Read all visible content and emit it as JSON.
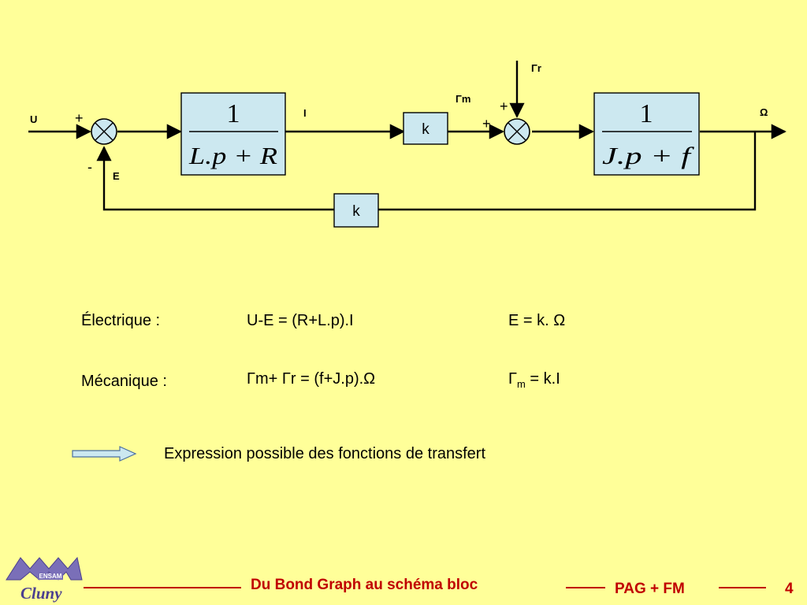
{
  "diagram": {
    "signals": {
      "input": "U",
      "feedback": "E",
      "current": "I",
      "motor_torque": "Γm",
      "load_torque": "Γr",
      "output": "Ω"
    },
    "signs": {
      "sum1_input": "+",
      "sum1_feedback": "-",
      "sum2_load": "+",
      "sum2_motor": "+"
    },
    "blocks": {
      "electrical": {
        "numerator": "1",
        "denominator": "L.p + R"
      },
      "torque_gain": "k",
      "mechanical": {
        "numerator": "1",
        "denominator": "J.p + f"
      },
      "emf_gain": "k"
    }
  },
  "equations": {
    "electrical": {
      "label": "Électrique :",
      "eq1": "U-E = (R+L.p).I",
      "eq2": "E = k. Ω"
    },
    "mechanical": {
      "label": "Mécanique :",
      "eq1": "Γm+ Γr = (f+J.p).Ω",
      "eq2_symbol": "Γ",
      "eq2_sub": "m",
      "eq2_rest": " = k.I"
    }
  },
  "note": "Expression possible des fonctions de transfert",
  "footer": {
    "title": "Du Bond Graph au schéma bloc",
    "tag": "PAG + FM",
    "page": "4",
    "logo": {
      "badge": "ENSAM",
      "name": "Cluny"
    }
  },
  "colors": {
    "background": "#ffff99",
    "block_fill": "#cce8f0",
    "accent": "#c00000",
    "logo_purple": "#7a6fb8"
  }
}
